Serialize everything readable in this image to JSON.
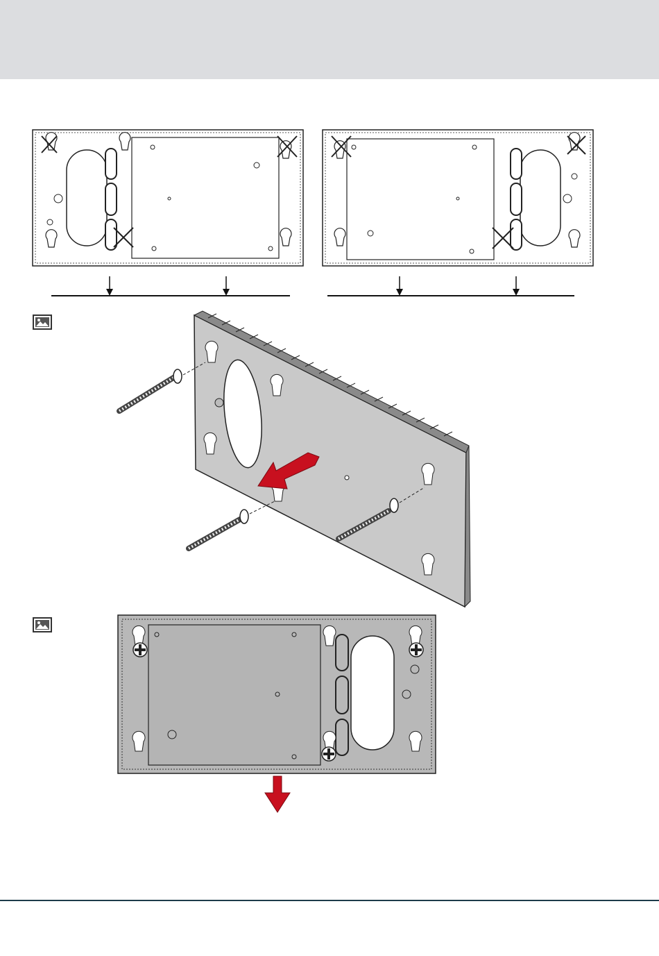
{
  "page": {
    "header_color": "#dcdde0",
    "rule_color": "#1d3b4a",
    "accent_arrow_color": "#c8101f"
  },
  "figures": [
    {
      "id": "plate-left-mount-holes",
      "description_icon": "mounting-plate-diagram"
    },
    {
      "id": "plate-right-mount-holes",
      "description_icon": "mounting-plate-diagram"
    },
    {
      "id": "plate-screw-mounting",
      "description_icon": "image-icon"
    },
    {
      "id": "plate-mounted-front",
      "description_icon": "image-icon"
    }
  ]
}
